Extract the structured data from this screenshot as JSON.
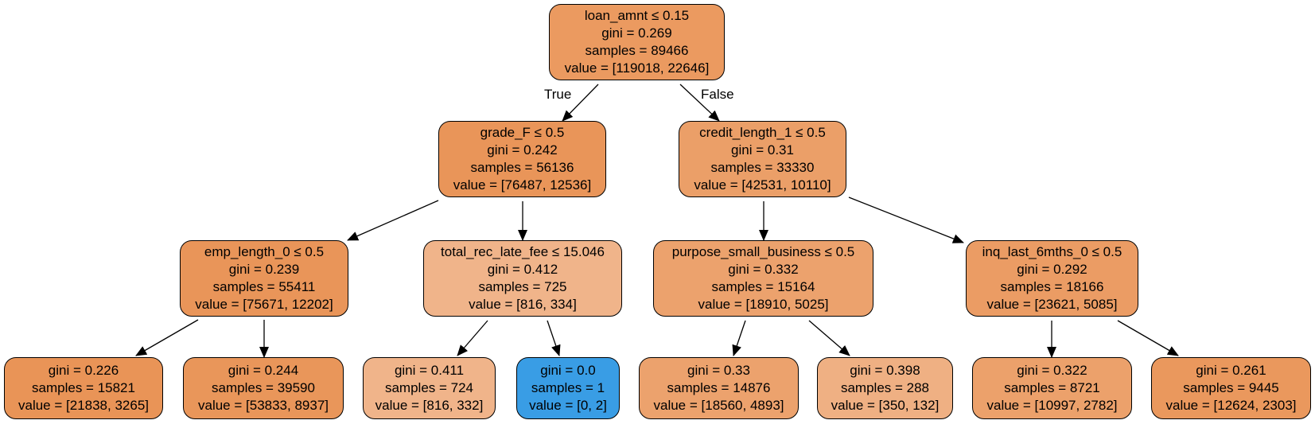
{
  "colors": {
    "class0_strong": "#e89152",
    "class0_mid": "#eca06a",
    "class0_light": "#f0b48a",
    "class1_strong": "#399de5",
    "edge": "#000000"
  },
  "edge_labels": {
    "true_label": "True",
    "false_label": "False"
  },
  "nodes": {
    "n0": {
      "split": "loan_amnt ≤ 0.15",
      "gini": "gini = 0.269",
      "samples": "samples = 89466",
      "value": "value = [119018, 22646]",
      "color": "#eb9a60"
    },
    "n1": {
      "split": "grade_F ≤ 0.5",
      "gini": "gini = 0.242",
      "samples": "samples = 56136",
      "value": "value = [76487, 12536]",
      "color": "#e99559"
    },
    "n2": {
      "split": "credit_length_1 ≤ 0.5",
      "gini": "gini = 0.31",
      "samples": "samples = 33330",
      "value": "value = [42531, 10110]",
      "color": "#eb9f68"
    },
    "n3": {
      "split": "emp_length_0 ≤ 0.5",
      "gini": "gini = 0.239",
      "samples": "samples = 55411",
      "value": "value = [75671, 12202]",
      "color": "#e99559"
    },
    "n4": {
      "split": "total_rec_late_fee ≤ 15.046",
      "gini": "gini = 0.412",
      "samples": "samples = 725",
      "value": "value = [816, 334]",
      "color": "#f0b48a"
    },
    "n5": {
      "split": "purpose_small_business ≤ 0.5",
      "gini": "gini = 0.332",
      "samples": "samples = 15164",
      "value": "value = [18910, 5025]",
      "color": "#eca26d"
    },
    "n6": {
      "split": "inq_last_6mths_0 ≤ 0.5",
      "gini": "gini = 0.292",
      "samples": "samples = 18166",
      "value": "value = [23621, 5085]",
      "color": "#eb9c64"
    },
    "n7": {
      "gini": "gini = 0.226",
      "samples": "samples = 15821",
      "value": "value = [21838, 3265]",
      "color": "#e99457"
    },
    "n8": {
      "gini": "gini = 0.244",
      "samples": "samples = 39590",
      "value": "value = [53833, 8937]",
      "color": "#e9965a"
    },
    "n9": {
      "gini": "gini = 0.411",
      "samples": "samples = 724",
      "value": "value = [816, 332]",
      "color": "#f0b48a"
    },
    "n10": {
      "gini": "gini = 0.0",
      "samples": "samples = 1",
      "value": "value = [0, 2]",
      "color": "#399de5"
    },
    "n11": {
      "gini": "gini = 0.33",
      "samples": "samples = 14876",
      "value": "value = [18560, 4893]",
      "color": "#eca26d"
    },
    "n12": {
      "gini": "gini = 0.398",
      "samples": "samples = 288",
      "value": "value = [350, 132]",
      "color": "#efb083"
    },
    "n13": {
      "gini": "gini = 0.322",
      "samples": "samples = 8721",
      "value": "value = [10997, 2782]",
      "color": "#eca16b"
    },
    "n14": {
      "gini": "gini = 0.261",
      "samples": "samples = 9445",
      "value": "value = [12624, 2303]",
      "color": "#ea985d"
    }
  }
}
